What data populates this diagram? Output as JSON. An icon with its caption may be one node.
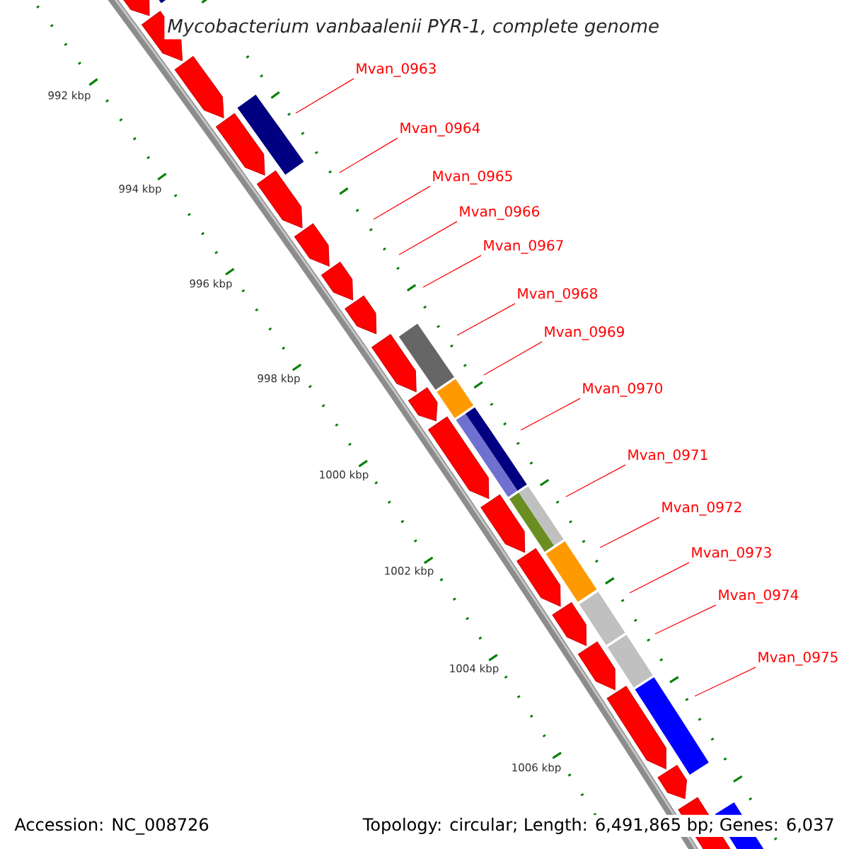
{
  "diagram": {
    "title": "Mycobacterium vanbaalenii PYR-1, complete genome",
    "nodes": [
      {
        "text": [
          "Mvan_0963"
        ]
      },
      {
        "text": [
          "Mvan_0964"
        ]
      },
      {
        "text": [
          "Mvan_0965"
        ]
      },
      {
        "text": [
          "Mvan_0966"
        ]
      },
      {
        "text": [
          "Mvan_0967"
        ]
      },
      {
        "text": [
          "Mvan_0968"
        ]
      },
      {
        "text": [
          "Mvan_0969"
        ]
      },
      {
        "text": [
          "Mvan_0970"
        ]
      },
      {
        "text": [
          "Mvan_0971"
        ]
      },
      {
        "text": [
          "Mvan_0972"
        ]
      },
      {
        "text": [
          "Mvan_0973"
        ]
      },
      {
        "text": [
          "Mvan_0974"
        ]
      },
      {
        "text": [
          "Mvan_0975"
        ]
      }
    ],
    "edges": [
      {
        "from": 0,
        "to": null,
        "arrow": "none"
      },
      {
        "from": 1,
        "to": null,
        "arrow": "none"
      },
      {
        "from": 2,
        "to": null,
        "arrow": "none"
      },
      {
        "from": 3,
        "to": null,
        "arrow": "none"
      },
      {
        "from": 4,
        "to": null,
        "arrow": "none"
      },
      {
        "from": 5,
        "to": null,
        "arrow": "none"
      },
      {
        "from": 6,
        "to": null,
        "arrow": "none"
      },
      {
        "from": 7,
        "to": null,
        "arrow": "none"
      },
      {
        "from": 8,
        "to": null,
        "arrow": "none"
      },
      {
        "from": 9,
        "to": null,
        "arrow": "none"
      },
      {
        "from": 10,
        "to": null,
        "arrow": "none"
      },
      {
        "from": 11,
        "to": null,
        "arrow": "none"
      },
      {
        "from": 12,
        "to": null,
        "arrow": "none"
      }
    ],
    "labels": [
      "992 kbp",
      "994 kbp",
      "996 kbp",
      "998 kbp",
      "1000 kbp",
      "1002 kbp",
      "1004 kbp",
      "1006 kbp",
      "Accession: NC_008726",
      "Topology: circular; Length: 6,491,865 bp; Genes: 6,037"
    ]
  }
}
